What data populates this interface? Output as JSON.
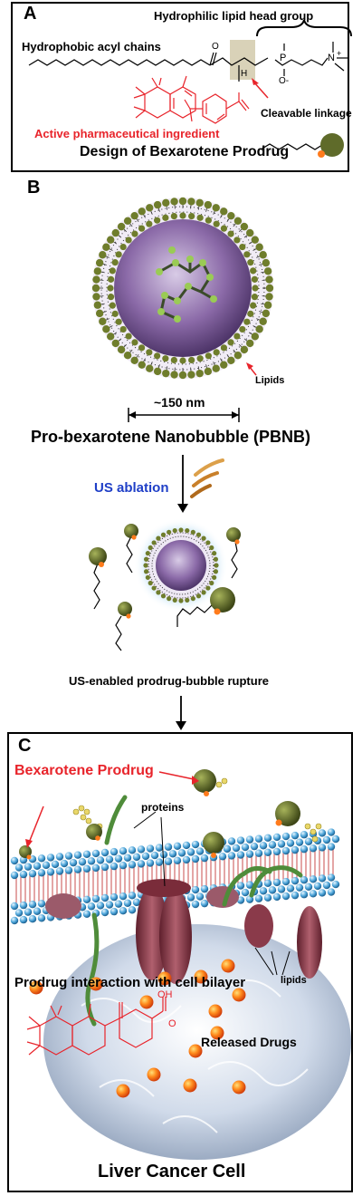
{
  "panel_a": {
    "letter": "A",
    "head_group_label": "Hydrophilic lipid head group",
    "acyl_label": "Hydrophobic acyl chains",
    "linkage_label": "Cleavable linkage",
    "api_label": "Active pharmaceutical ingredient",
    "design_title": "Design of Bexarotene Prodrug",
    "atom_o": "O",
    "atom_p": "P",
    "atom_h": "H",
    "atom_n": "N",
    "atom_o_minus": "O-",
    "plus": "+"
  },
  "panel_b": {
    "letter": "B",
    "lipids_label": "Lipids",
    "size_label": "~150 nm",
    "title": "Pro-bexarotene Nanobubble (PBNB)",
    "us_label": "US ablation",
    "rupture_label": "US-enabled prodrug-bubble rupture"
  },
  "panel_c": {
    "letter": "C",
    "prodrug_label": "Bexarotene Prodrug",
    "proteins_label": "proteins",
    "lipids_label": "lipids",
    "interaction_label": "Prodrug interaction with cell bilayer",
    "released_label": "Released Drugs",
    "cell_label": "Liver Cancer Cell",
    "oh_label": "OH",
    "o_label": "O"
  },
  "colors": {
    "api_red": "#e8242b",
    "us_blue": "#1f3fc7",
    "lipid_green": "#5f6b2a",
    "lipid_orange": "#ff7b1c",
    "bubble_purple": "#8b6aa8",
    "membrane_blue": "#4aa3d8",
    "channel_maroon": "#8a3a4a"
  }
}
